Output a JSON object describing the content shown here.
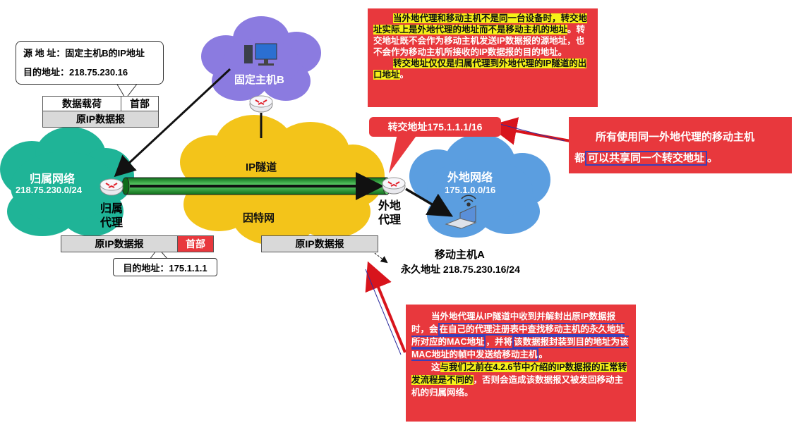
{
  "source_callout": {
    "line1": "源 地 址：固定主机B的IP地址",
    "line2": "目的地址：218.75.230.16"
  },
  "top_packet": {
    "payload": "数据载荷",
    "header": "首部",
    "datagram": "原IP数据报"
  },
  "fixed_host": {
    "label": "固定主机B"
  },
  "home_network": {
    "name": "归属网络",
    "prefix": "218.75.230.0/24",
    "agent": "归属代理"
  },
  "internet": {
    "tunnel": "IP隧道",
    "name": "因特网"
  },
  "foreign_network": {
    "name": "外地网络",
    "prefix": "175.1.0.0/16",
    "agent": "外地代理"
  },
  "mobile_host": {
    "name": "移动主机A",
    "permanent": "永久地址 218.75.230.16/24"
  },
  "care_of": {
    "label": "转交地址175.1.1.1/16"
  },
  "bottom_left_packet": {
    "datagram": "原IP数据报",
    "header": "首部",
    "dest": "目的地址：175.1.1.1"
  },
  "bottom_right_packet": {
    "datagram": "原IP数据报"
  },
  "note_top": {
    "p1a": "当外地代理和移动主机不是同一台设备时，",
    "p1b": "转交地址实际上是外地代理的地址而不是移动主机的地址",
    "p1c": "。转交地址既不会作为移动主机发送IP数据报的源地址，也不会作为移动主机所接收的IP数据报的目的地址。",
    "p2": "转交地址仅仅是归属代理到外地代理的IP隧道的出口地址",
    "p2end": "。"
  },
  "note_right": {
    "line1": "所有使用同一外地代理的移动主机",
    "line2a": "都",
    "line2b": "可以共享同一个转交地址",
    "line2c": "。"
  },
  "note_bottom": {
    "p1a": "当外地代理从IP隧道中收到并解封出原IP数据报时，会",
    "p1b": "在自己的代理注册表中查找移动主机的永久地址所对应的MAC地址",
    "p1c": "，并将",
    "p1d": "该数据报封装到目的地址为该MAC地址的帧中发送给移动主机",
    "p1e": "。",
    "p2a": "这",
    "p2b": "与我们之前在4.2.6节中介绍的IP数据报的正常转发流程是不同的",
    "p2c": "，否则会造成该数据报又被发回移动主机的归属网络。"
  },
  "colors": {
    "note_red": "#e8383d",
    "highlight_yellow": "#f5f218",
    "highlight_border": "#3b3fb8",
    "tunnel_green": "#2ea83a"
  }
}
